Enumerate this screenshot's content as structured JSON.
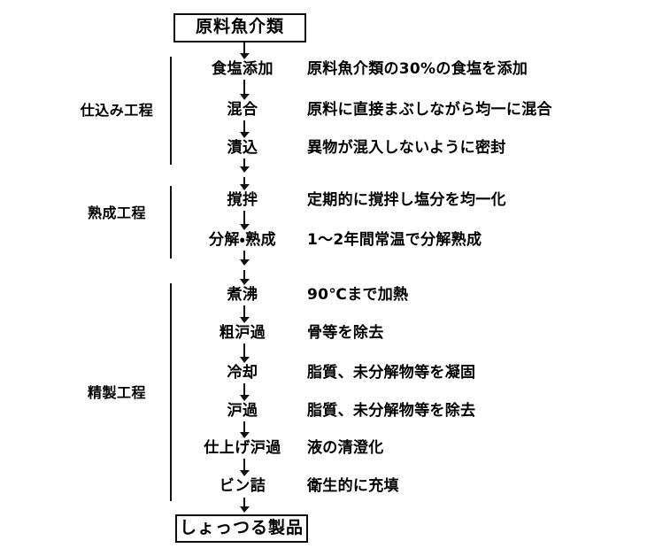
{
  "figure": {
    "start_node": "原料魚介類",
    "end_node": "しょっつる製品"
  },
  "stages": [
    {
      "id": "shikomi",
      "label": "仕込み工程"
    },
    {
      "id": "jukusei",
      "label": "熟成工程"
    },
    {
      "id": "seisei",
      "label": "精製工程"
    }
  ],
  "steps": [
    {
      "name": "食塩添加",
      "desc": "原料魚介類の30%の食塩を添加"
    },
    {
      "name": "混合",
      "desc": "原料に直接まぶしながら均一に混合"
    },
    {
      "name": "漬込",
      "desc": "異物が混入しないように密封"
    },
    {
      "name": "撹拌",
      "desc": "定期的に撹拌し塩分を均一化"
    },
    {
      "name": "分解・熟成",
      "desc": "1〜2年間常温で分解熟成"
    },
    {
      "name": "煮沸",
      "desc": "90℃まで加熱"
    },
    {
      "name": "粗沪過",
      "desc": "骨等を除去"
    },
    {
      "name": "冷却",
      "desc": "脂質、未分解物等を凝固"
    },
    {
      "name": "沪過",
      "desc": "脂質、未分解物等を除去"
    },
    {
      "name": "仕上げ沪過",
      "desc": "液の清澄化"
    },
    {
      "name": "ビン詰",
      "desc": "衛生的に充填"
    }
  ],
  "colors": {
    "ink": "#0d0d0d",
    "background": "#ffffff"
  }
}
